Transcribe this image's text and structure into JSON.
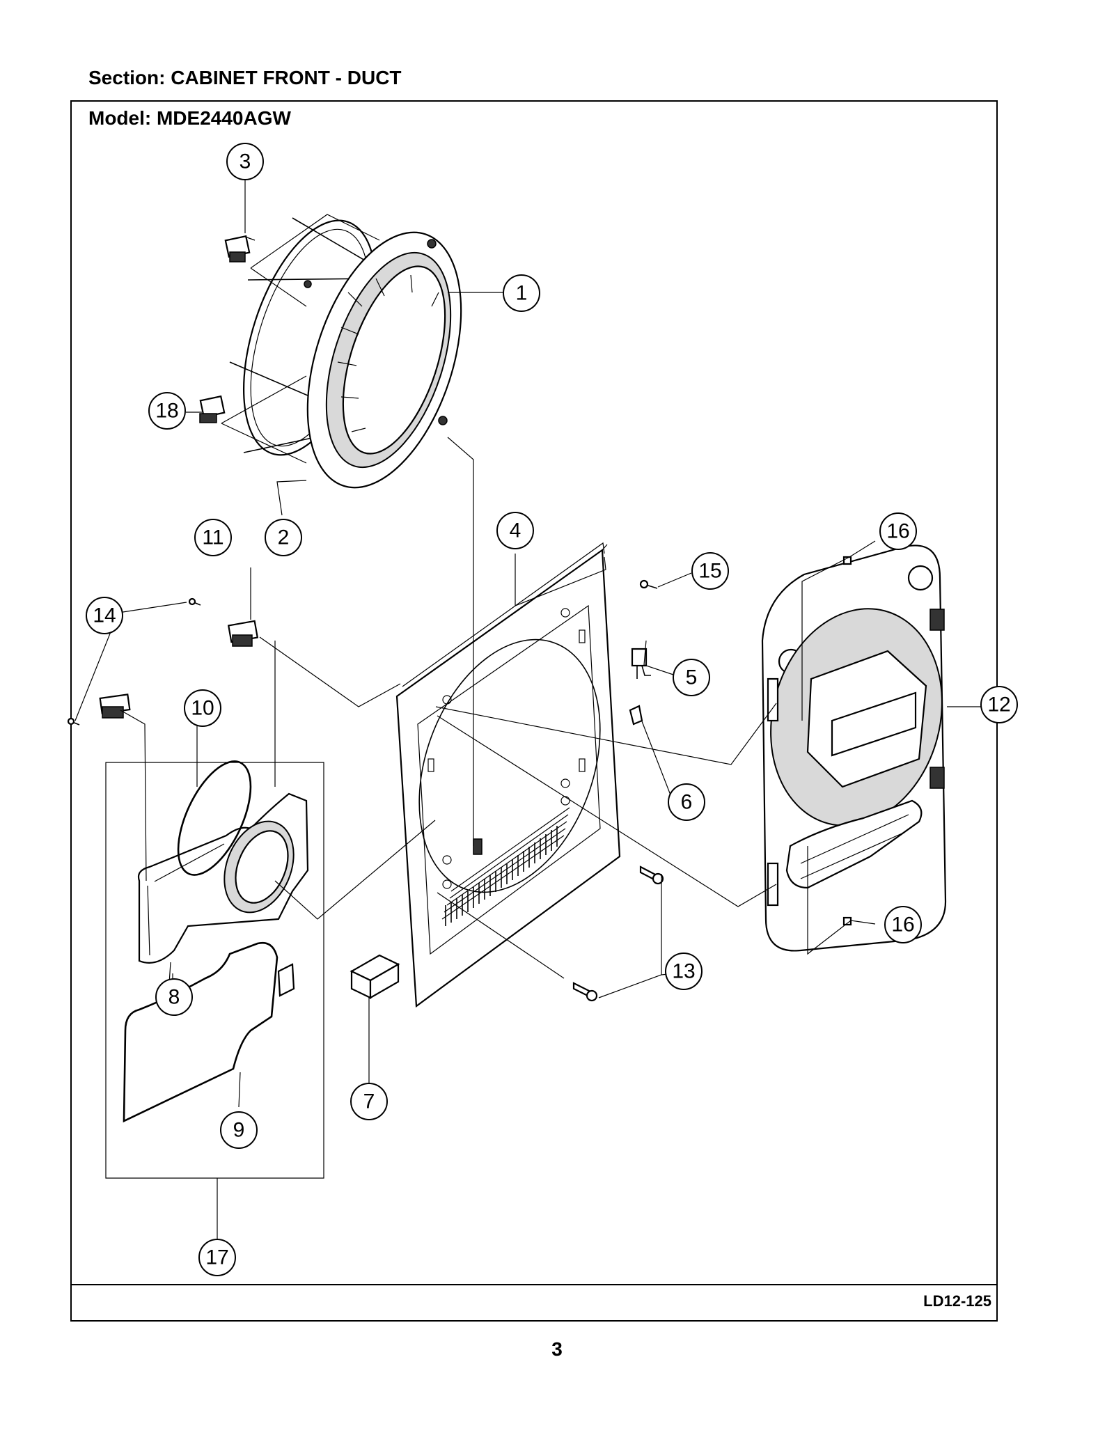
{
  "header": {
    "section": "Section:  CABINET FRONT - DUCT"
  },
  "frame": {
    "model": "Model:  MDE2440AGW",
    "drawing_id": "LD12-125"
  },
  "page": {
    "number": "3"
  },
  "callouts": [
    "1",
    "2",
    "3",
    "4",
    "5",
    "6",
    "7",
    "8",
    "9",
    "10",
    "11",
    "12",
    "13",
    "14",
    "15",
    "16",
    "16",
    "17",
    "18"
  ]
}
